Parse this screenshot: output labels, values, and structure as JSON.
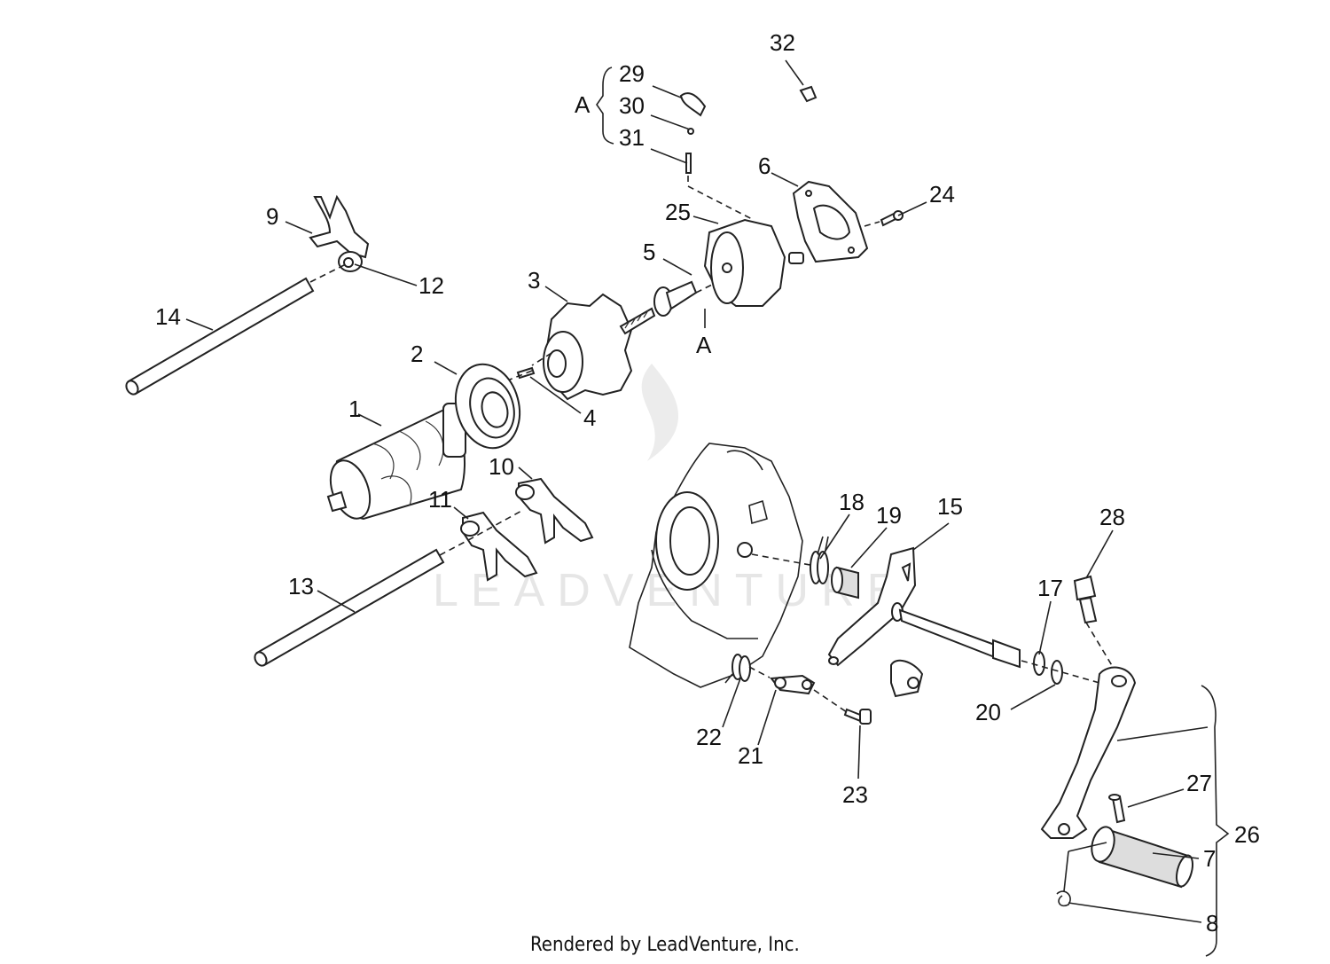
{
  "diagram": {
    "part_numbers": [
      "1",
      "2",
      "3",
      "4",
      "5",
      "6",
      "7",
      "8",
      "9",
      "10",
      "11",
      "12",
      "13",
      "14",
      "15",
      "17",
      "18",
      "19",
      "20",
      "21",
      "22",
      "23",
      "24",
      "25",
      "26",
      "27",
      "28",
      "29",
      "30",
      "31",
      "32"
    ],
    "group_label": "A",
    "pointer_label": "A",
    "watermark_text": "LEADVENTURE",
    "footer": "Rendered by LeadVenture, Inc."
  }
}
